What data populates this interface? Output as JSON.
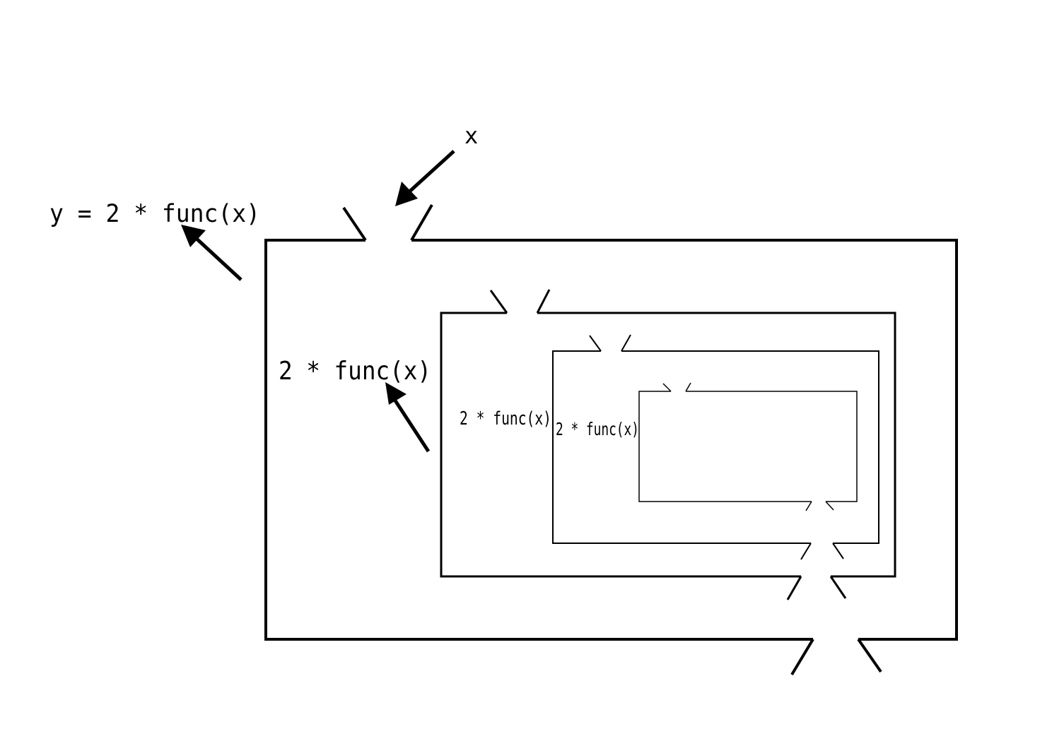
{
  "diagram": {
    "input_label": "x",
    "output_label": "y = 2 * func(x)",
    "box_labels": [
      "2 * func(x)",
      "2 * func(x)",
      "2 * func(x)"
    ],
    "line_color": "#000000",
    "background": "#ffffff"
  }
}
